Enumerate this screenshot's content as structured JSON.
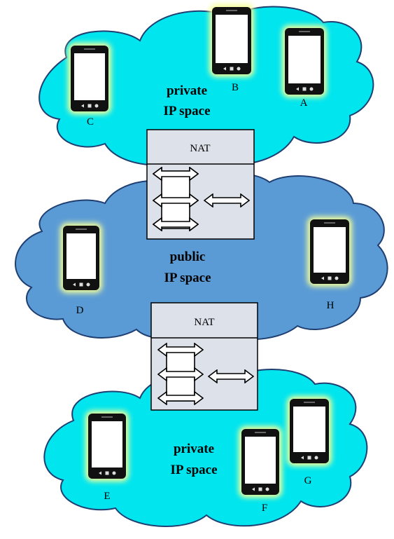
{
  "colors": {
    "private_cloud": "#00e5ee",
    "public_cloud": "#5b9bd5",
    "cloud_stroke": "#1f3f73",
    "nat_fill": "#dde1ea",
    "phone_body": "#111111",
    "phone_screen": "#ffffff",
    "phone_glow": "#f4ff9a"
  },
  "zones": {
    "top": {
      "line1": "private",
      "line2": "IP space"
    },
    "middle": {
      "line1": "public",
      "line2": "IP space"
    },
    "bottom": {
      "line1": "private",
      "line2": "IP space"
    }
  },
  "nat_boxes": {
    "top": {
      "title": "NAT"
    },
    "bottom": {
      "title": "NAT"
    }
  },
  "phones": {
    "a": {
      "label": "A"
    },
    "b": {
      "label": "B"
    },
    "c": {
      "label": "C"
    },
    "d": {
      "label": "D"
    },
    "e": {
      "label": "E"
    },
    "f": {
      "label": "F"
    },
    "g": {
      "label": "G"
    },
    "h": {
      "label": "H"
    }
  }
}
